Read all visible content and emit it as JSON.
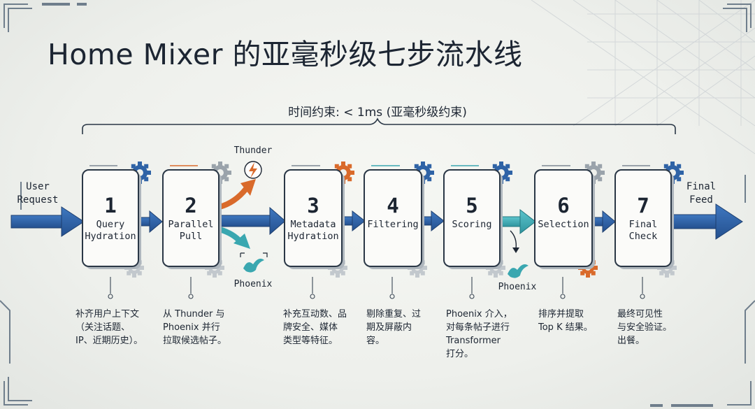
{
  "title": "Home Mixer 的亚毫秒级七步流水线",
  "constraint": "时间约束: < 1ms (亚毫秒级约束)",
  "input_label": "User\nRequest",
  "output_label": "Final\nFeed",
  "branch_labels": {
    "thunder": "Thunder",
    "phoenix_pull": "Phoenix",
    "phoenix_score": "Phoenix"
  },
  "steps": [
    {
      "number": "1",
      "name": "Query\nHydration",
      "desc": "补齐用户上下文\n（关注话题、\nIP、近期历史）。"
    },
    {
      "number": "2",
      "name": "Parallel\nPull",
      "desc": "从 Thunder 与\nPhoenix 并行\n拉取候选帖子。"
    },
    {
      "number": "3",
      "name": "Metadata\nHydration",
      "desc": "补充互动数、品\n牌安全、媒体\n类型等特征。"
    },
    {
      "number": "4",
      "name": "Filtering",
      "desc": "剔除重复、过\n期及屏蔽内\n容。"
    },
    {
      "number": "5",
      "name": "Scoring",
      "desc": "Phoenix 介入，\n对每条帖子进行\nTransformer\n打分。"
    },
    {
      "number": "6",
      "name": "Selection",
      "desc": "排序并提取\nTop K 结果。"
    },
    {
      "number": "7",
      "name": "Final\nCheck",
      "desc": "最终可见性\n与安全验证。\n出餐。"
    }
  ],
  "colors": {
    "arrow_blue": "#2f63a6",
    "teal": "#3aa7b0",
    "orange": "#d96a2b",
    "ink": "#1c2532"
  }
}
